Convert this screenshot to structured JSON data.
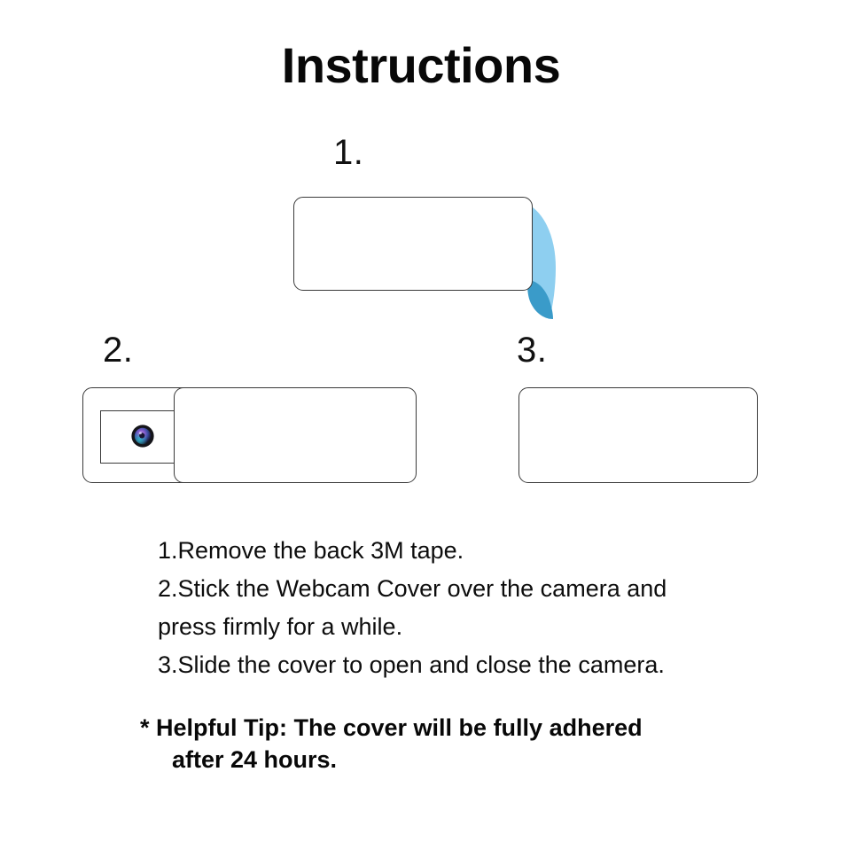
{
  "document": {
    "title": "Instructions",
    "background_color": "#ffffff",
    "text_color": "#0d0d0d"
  },
  "figures": [
    {
      "number": "1.",
      "name": "cover-with-tape-peel",
      "description": "Webcam cover with blue 3M tape backing being peeled from the right edge",
      "colors": {
        "outline": "#3a3a3a",
        "body_fill": "#ffffff",
        "tape_light": "#8ecff0",
        "tape_dark": "#3a9bc9"
      }
    },
    {
      "number": "2.",
      "name": "cover-open-showing-camera",
      "description": "Cover slid open over a camera lens revealing the lens through the window",
      "colors": {
        "outline": "#3a3a3a",
        "body_fill": "#ffffff",
        "lens_ring": "#15151a",
        "lens_iris_purple": "#8b5fd0",
        "lens_iris_teal": "#2fb6c4"
      }
    },
    {
      "number": "3.",
      "name": "cover-closed",
      "description": "Webcam cover slid closed, camera hidden",
      "colors": {
        "outline": "#3a3a3a",
        "body_fill": "#ffffff"
      }
    }
  ],
  "instructions": {
    "lines": [
      "1.Remove the back 3M tape.",
      "2.Stick the Webcam Cover over the camera and",
      "press firmly for a while.",
      "3.Slide the cover to open and close the camera."
    ]
  },
  "tip": {
    "marker": "*",
    "line_1": "* Helpful Tip: The cover will be fully adhered",
    "line_2": "after 24 hours."
  }
}
